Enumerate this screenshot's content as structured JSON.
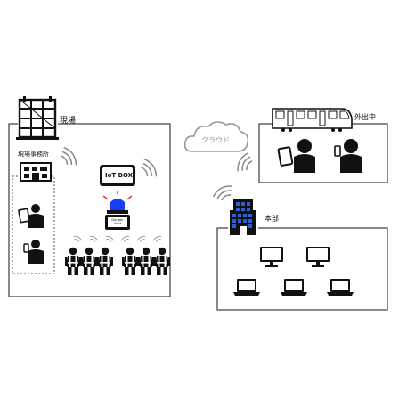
{
  "labels": {
    "site": "現場",
    "site_office": "現場事務所",
    "iot_box": "IoT BOX",
    "cloud": "クラウド",
    "outside": "外出中",
    "hq": "本部",
    "alarm_sign": "Danger Alert"
  },
  "colors": {
    "line": "#3a3a4a",
    "dark": "#111111",
    "cloud_stroke": "#9a9a9a",
    "alarm_blue": "#1a3cff",
    "alarm_red": "#e02020",
    "hq_blue": "#2a5fd6",
    "wifi": "#888888"
  },
  "icons": [
    "construction-building-icon",
    "office-building-icon",
    "iot-box-icon",
    "alarm-light-icon",
    "worker-icon",
    "tablet-user-icon",
    "phone-user-icon",
    "cloud-icon",
    "train-icon",
    "hq-tower-icon",
    "desktop-monitor-icon",
    "laptop-icon",
    "wifi-icon"
  ]
}
